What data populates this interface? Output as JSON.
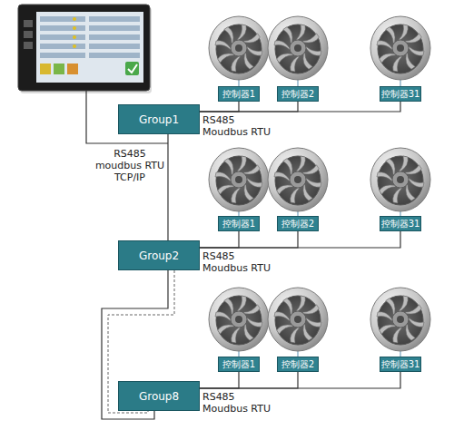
{
  "diagram": {
    "nodes": [
      {
        "text": [
          "控制器1"
        ]
      },
      {
        "text": [
          "控制器2"
        ]
      },
      {
        "text": [
          "控制器31"
        ]
      },
      {
        "text": [
          "Group1"
        ]
      },
      {
        "text": [
          "控制器1"
        ]
      },
      {
        "text": [
          "控制器2"
        ]
      },
      {
        "text": [
          "控制器31"
        ]
      },
      {
        "text": [
          "Group2"
        ]
      },
      {
        "text": [
          "控制器1"
        ]
      },
      {
        "text": [
          "控制器2"
        ]
      },
      {
        "text": [
          "控制器31"
        ]
      },
      {
        "text": [
          "Group8"
        ]
      }
    ],
    "edges": [
      {
        "from": 3,
        "to": 0,
        "arrow": "none",
        "label": "RS485 Moudbus RTU"
      },
      {
        "from": 3,
        "to": 1,
        "arrow": "none"
      },
      {
        "from": 3,
        "to": 2,
        "arrow": "none"
      },
      {
        "from": 3,
        "to": 7,
        "arrow": "none",
        "label": "RS485 moudbus RTU TCP/IP"
      },
      {
        "from": 7,
        "to": 4,
        "arrow": "none",
        "label": "RS485 Moudbus RTU"
      },
      {
        "from": 7,
        "to": 5,
        "arrow": "none"
      },
      {
        "from": 7,
        "to": 6,
        "arrow": "none"
      },
      {
        "from": 7,
        "to": 11,
        "arrow": "none"
      },
      {
        "from": 11,
        "to": 8,
        "arrow": "none",
        "label": "RS485 Moudbus RTU"
      },
      {
        "from": 11,
        "to": 9,
        "arrow": "none"
      },
      {
        "from": 11,
        "to": 10,
        "arrow": "none"
      }
    ]
  }
}
